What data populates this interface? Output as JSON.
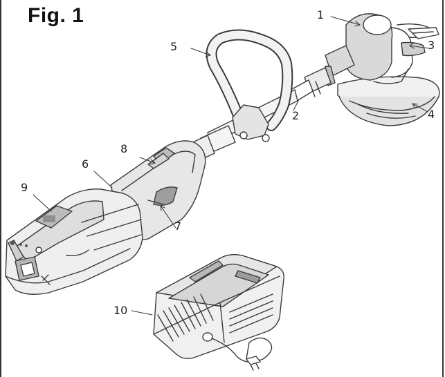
{
  "figure": {
    "title": "Fig. 1",
    "callouts": [
      {
        "id": "1",
        "label": "1"
      },
      {
        "id": "2",
        "label": "2"
      },
      {
        "id": "3",
        "label": "3"
      },
      {
        "id": "4",
        "label": "4"
      },
      {
        "id": "5",
        "label": "5"
      },
      {
        "id": "6",
        "label": "6"
      },
      {
        "id": "7",
        "label": "7"
      },
      {
        "id": "8",
        "label": "8"
      },
      {
        "id": "9",
        "label": "9"
      },
      {
        "id": "10",
        "label": "10"
      }
    ]
  },
  "colors": {
    "line": "#3a3a3a",
    "light_fill": "#f1f1f1",
    "mid_fill": "#d9d9d9",
    "dark_fill": "#a9a9a9"
  }
}
